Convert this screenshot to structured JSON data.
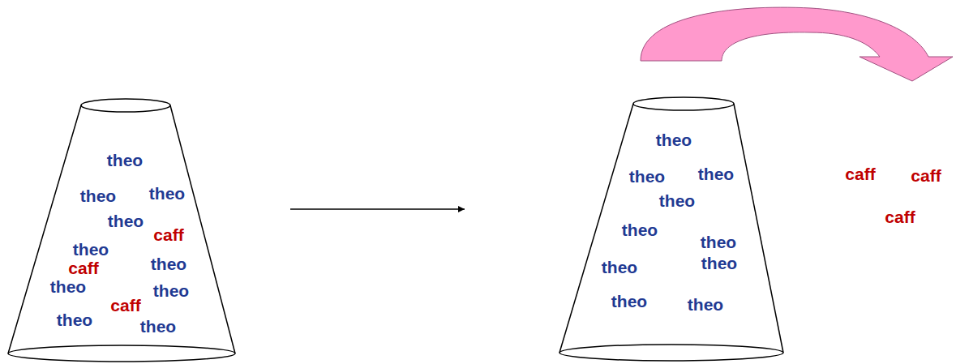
{
  "diagram": {
    "nodes": [
      {
        "text": [
          "theo",
          "theo",
          "theo",
          "theo",
          "caff",
          "theo",
          "caff",
          "theo",
          "theo",
          "theo",
          "theo",
          "caff",
          "theo"
        ]
      },
      {
        "text": [
          "theo",
          "theo",
          "theo",
          "theo",
          "theo",
          "theo",
          "theo",
          "theo",
          "theo",
          "theo"
        ]
      }
    ],
    "edges": [
      {
        "from": 0,
        "to": 1,
        "arrow": "to"
      }
    ],
    "labels": [
      "caff",
      "caff",
      "caff"
    ]
  }
}
